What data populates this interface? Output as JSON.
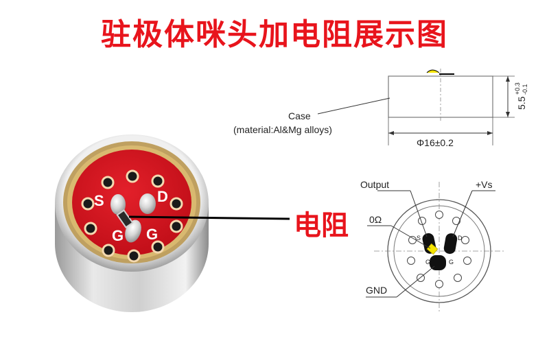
{
  "title": "驻极体咪头加电阻展示图",
  "colors": {
    "title": "#e8141c",
    "callout": "#e8141c",
    "pcb_red": "#d8131f",
    "gold_ring": "#c9a24d",
    "case_silver": "#c8c8c8",
    "resistor_yellow": "#f5e400",
    "line": "#000000"
  },
  "photo": {
    "pad_labels": {
      "s": "S",
      "d": "D",
      "g1": "G",
      "g2": "G"
    }
  },
  "callout": {
    "label": "电阻"
  },
  "side_view": {
    "case_label": "Case",
    "material_label": "(material:Al&Mg alloys)",
    "diameter": "Φ16±0.2",
    "height_value": "5.5",
    "height_tol_upper": "+0.3",
    "height_tol_lower": "-0.1"
  },
  "bottom_view": {
    "output_label": "Output",
    "vs_label": "+Vs",
    "resistor_label": "0Ω",
    "gnd_label": "GND",
    "pad_s": "S",
    "pad_d": "D",
    "pad_g1": "G",
    "pad_g2": "G"
  }
}
